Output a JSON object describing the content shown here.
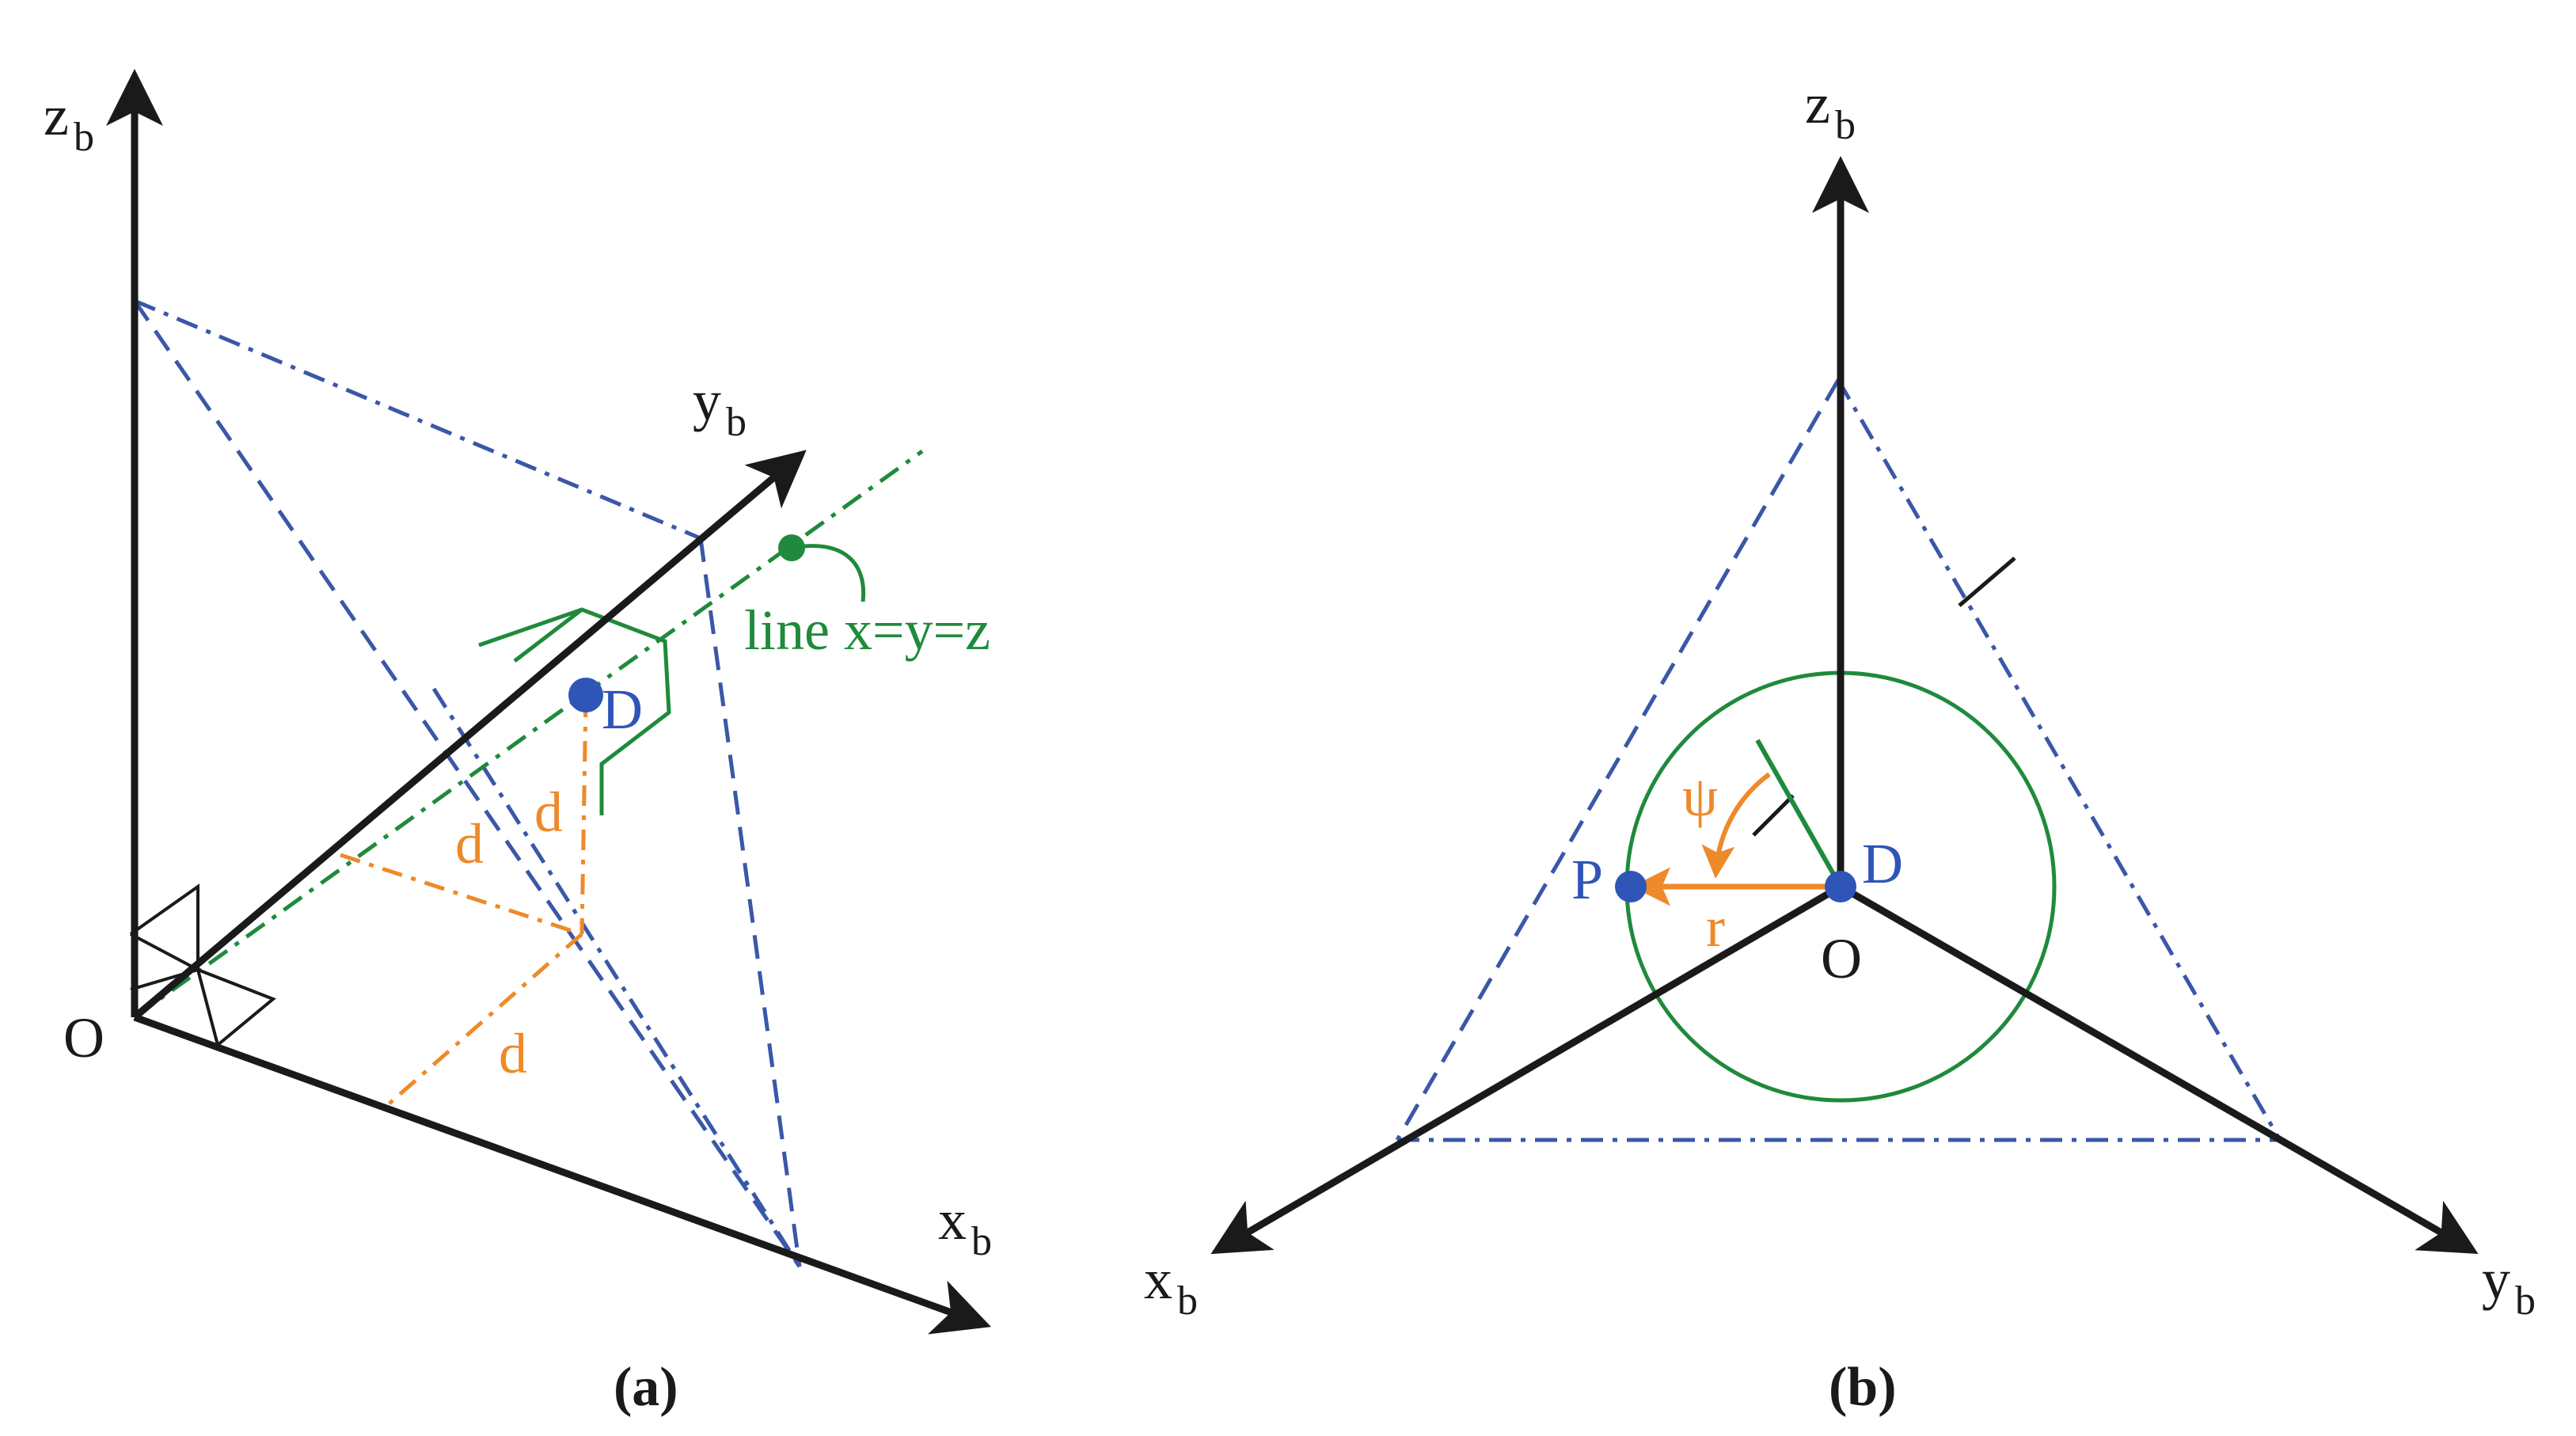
{
  "colors": {
    "axis": "#1a1a1a",
    "plane": "#3a57a8",
    "line_xyz": "#1f8a3c",
    "distance": "#ee8a2a",
    "point": "#2f55b8"
  },
  "panel_a": {
    "caption": "(a)",
    "axes": {
      "z": {
        "main": "z",
        "sub": "b"
      },
      "y": {
        "main": "y",
        "sub": "b"
      },
      "x": {
        "main": "x",
        "sub": "b"
      }
    },
    "origin": "O",
    "point_d": "D",
    "line_label": "line x=y=z",
    "distance_labels": [
      "d",
      "d",
      "d"
    ]
  },
  "panel_b": {
    "caption": "(b)",
    "axes": {
      "z": {
        "main": "z",
        "sub": "b"
      },
      "x": {
        "main": "x",
        "sub": "b"
      },
      "y": {
        "main": "y",
        "sub": "b"
      }
    },
    "origin": "O",
    "point_d": "D",
    "point_p": "P",
    "radius_label": "r",
    "angle_label": "ψ"
  }
}
